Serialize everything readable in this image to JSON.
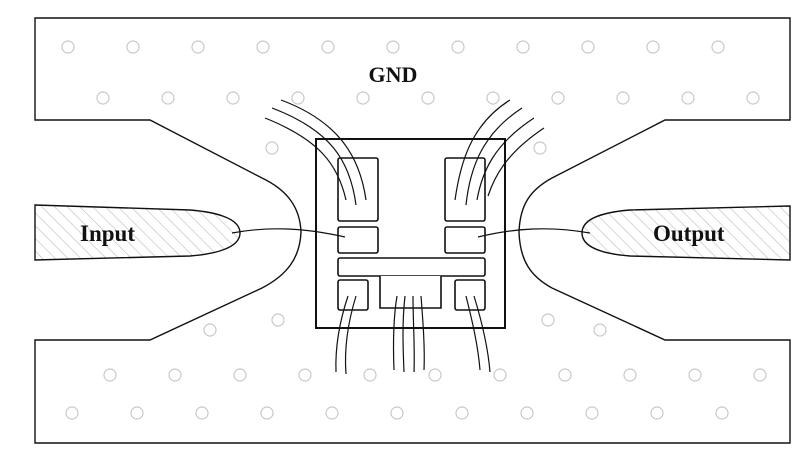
{
  "labels": {
    "gnd": "GND",
    "input": "Input",
    "output": "Output"
  },
  "colors": {
    "stroke": "#111111",
    "via": "#c8c8c8",
    "hatch": "#bdbdbd",
    "background": "#ffffff"
  }
}
